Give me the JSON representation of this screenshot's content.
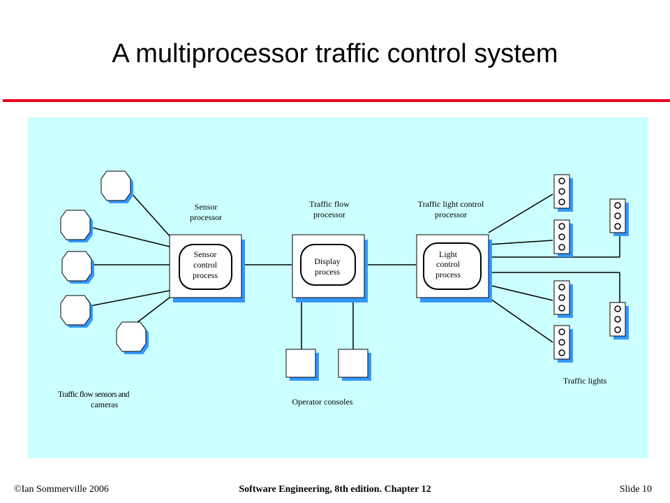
{
  "slide": {
    "title": "A multiprocessor traffic control system"
  },
  "diagram": {
    "sensor_processor": {
      "label_lines": [
        "Sensor",
        "processor"
      ],
      "process_lines": [
        "Sensor",
        "control",
        "process"
      ]
    },
    "traffic_flow_processor": {
      "label_lines": [
        "Traffic flow",
        "processor"
      ],
      "process_lines": [
        "Display",
        "process"
      ]
    },
    "traffic_light_processor": {
      "label_lines": [
        "Traffic light control",
        "processor"
      ],
      "process_lines": [
        "Light",
        "control",
        "process"
      ]
    },
    "sensors_label_lines": [
      "Traffic flow sensors and",
      "cameras"
    ],
    "consoles_label": "Operator consoles",
    "lights_label": "Traffic lights"
  },
  "colors": {
    "diagram_background": "#ccffff",
    "title_rule": "#e8001c",
    "shadow_blue": "#3399ff"
  },
  "footer": {
    "left": "©Ian Sommerville 2006",
    "center": "Software Engineering, 8th edition. Chapter 12",
    "right": "Slide  10"
  }
}
